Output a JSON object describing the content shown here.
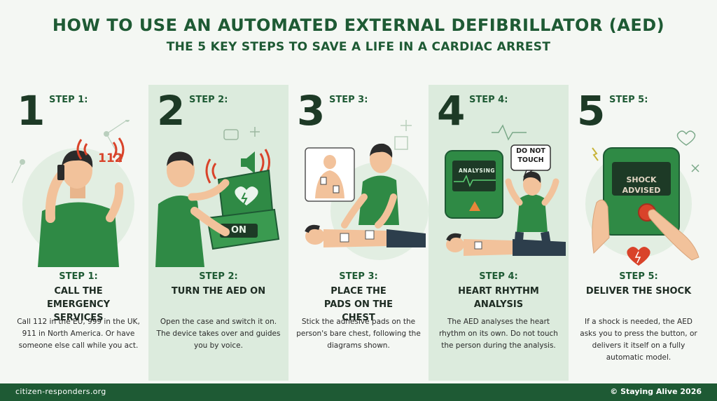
{
  "header": {
    "title": "HOW TO USE AN AUTOMATED EXTERNAL DEFIBRILLATOR (AED)",
    "subtitle": "THE 5 KEY STEPS TO SAVE A LIFE IN A CARDIAC ARREST"
  },
  "steps": [
    {
      "number": "1",
      "tag": "STEP 1:",
      "label": "STEP 1:",
      "heading": "CALL THE EMERGENCY SERVICES",
      "description": "Call 112 in the EU, 999 in the UK, 911 in North America. Or have someone else call while you act.",
      "callout": "112"
    },
    {
      "number": "2",
      "tag": "STEP 2:",
      "label": "STEP 2:",
      "heading": "TURN THE AED ON",
      "description": "Open the case and switch it on. The device takes over and guides you by voice.",
      "button_text": "ON"
    },
    {
      "number": "3",
      "tag": "STEP 3:",
      "label": "STEP 3:",
      "heading": "PLACE THE PADS ON THE CHEST",
      "description": "Stick the adhesive pads on the person's bare chest, following the diagrams shown."
    },
    {
      "number": "4",
      "tag": "STEP 4:",
      "label": "STEP 4:",
      "heading": "HEART RHYTHM ANALYSIS",
      "description": "The AED analyses the heart rhythm on its own. Do not touch the person during the analysis.",
      "screen_text": "ANALYSING",
      "bubble_text": "DO NOT TOUCH"
    },
    {
      "number": "5",
      "tag": "STEP 5:",
      "label": "STEP 5:",
      "heading": "DELIVER THE SHOCK",
      "description": "If a shock is needed, the AED asks you to press the button, or delivers it itself on a fully automatic model.",
      "screen_text": "SHOCK ADVISED"
    }
  ],
  "footer": {
    "left": "citizen-responders.org",
    "right": "© Staying Alive 2026"
  },
  "colors": {
    "primary_green": "#1e5a34",
    "shirt_green": "#2f8a45",
    "panel_green": "#dcebdd",
    "alert_red": "#d9432a",
    "skin": "#f2c29b"
  }
}
